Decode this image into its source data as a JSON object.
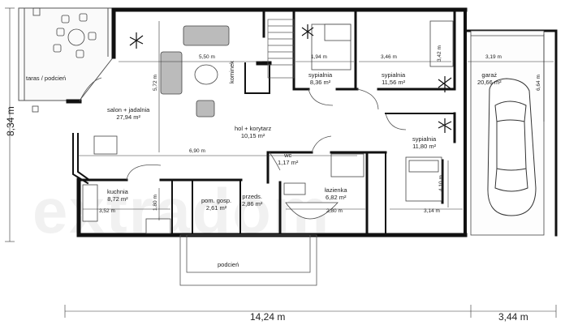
{
  "watermark": "extradom",
  "rooms": [
    {
      "name": "taras / podcień",
      "area": ""
    },
    {
      "name": "salon + jadalnia",
      "area": "27,94 m²"
    },
    {
      "name": "kominek",
      "area": ""
    },
    {
      "name": "hol + korytarz",
      "area": "10,15 m²"
    },
    {
      "name": "sypialnia",
      "area": "8,36 m²"
    },
    {
      "name": "sypialnia",
      "area": "11,56 m²"
    },
    {
      "name": "sypialnia",
      "area": "11,80 m²"
    },
    {
      "name": "garaż",
      "area": "20,66 m²"
    },
    {
      "name": "kuchnia",
      "area": "8,72 m²"
    },
    {
      "name": "pom. gosp.",
      "area": "2,61 m²"
    },
    {
      "name": "przeds.",
      "area": "2,86 m²"
    },
    {
      "name": "wc",
      "area": "1,17 m²"
    },
    {
      "name": "łazienka",
      "area": "6,82 m²"
    },
    {
      "name": "podcień",
      "area": ""
    }
  ],
  "dimensions": {
    "salon_width": "5,50 m",
    "salon_depth": "5,72 m",
    "bed1_width": "1,94 m",
    "bed2_width": "3,46 m",
    "bed2_depth": "3,42 m",
    "garage_width": "3,19 m",
    "garage_depth": "6,64 m",
    "living_total": "6,90 m",
    "kitchen_width": "3,52 m",
    "kitchen_depth": "1,80 m",
    "bath_width": "2,80 m",
    "bed3_width": "3,14 m",
    "bed3_depth": "4,10 m"
  },
  "overall": {
    "width_house": "14,24 m",
    "width_garage": "3,44 m",
    "depth": "8,34 m"
  }
}
